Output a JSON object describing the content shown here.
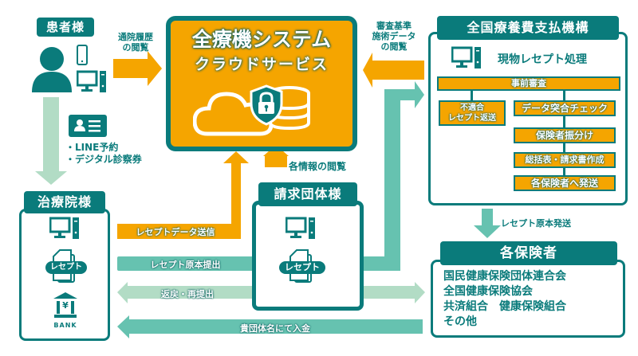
{
  "colors": {
    "teal": "#0a7b7b",
    "orange": "#f5a500",
    "mint": "#66c2b0",
    "light_mint": "#b2dcc5",
    "white": "#ffffff"
  },
  "patient": {
    "title": "患者様",
    "icons": [
      "person-icon",
      "smartphone-icon",
      "desktop-computer-icon"
    ],
    "arrow_to_cloud_label_line1": "通院履歴",
    "arrow_to_cloud_label_line2": "の閲覧",
    "services_icon": "id-card-icon",
    "service_items": [
      "・LINE予約",
      "・デジタル診察券"
    ]
  },
  "cloud": {
    "title_line1": "全療機システム",
    "title_line2": "クラウドサービス",
    "icons": [
      "cloud-icon",
      "shield-lock-icon",
      "database-icon"
    ]
  },
  "organization": {
    "title": "全国療養費支払機構",
    "subtitle": "現物レセプト処理",
    "arrow_to_cloud_label_line1": "審査基準",
    "arrow_to_cloud_label_line2": "施術データ",
    "arrow_to_cloud_label_line3": "の閲覧",
    "steps": {
      "pre_review": "事前審査",
      "reject_line1": "不適合",
      "reject_line2": "レセプト返送",
      "data_check": "データ突合チェック",
      "insurer_sort": "保険者振分け",
      "summary": "総括表・請求書作成",
      "send": "各保険者へ発送"
    },
    "send_arrow_label": "レセプト原本発送"
  },
  "clinic": {
    "title": "治療院様",
    "receipt_badge": "レセプト",
    "bank_label": "BANK",
    "bank_symbol": "¥"
  },
  "billing_group": {
    "title": "請求団体様",
    "receipt_badge": "レセプト",
    "view_label": "各情報の閲覧"
  },
  "insurers": {
    "title": "各保険者",
    "items": [
      "国民健康保険団体連合会",
      "全国健康保険協会",
      "共済組合　健康保険組合",
      "その他"
    ]
  },
  "flows": {
    "receipt_data_send": "レセプトデータ送信",
    "receipt_original_submit": "レセプト原本提出",
    "return_resubmit": "返戻・再提出",
    "payment": "貴団体名にて入金"
  }
}
